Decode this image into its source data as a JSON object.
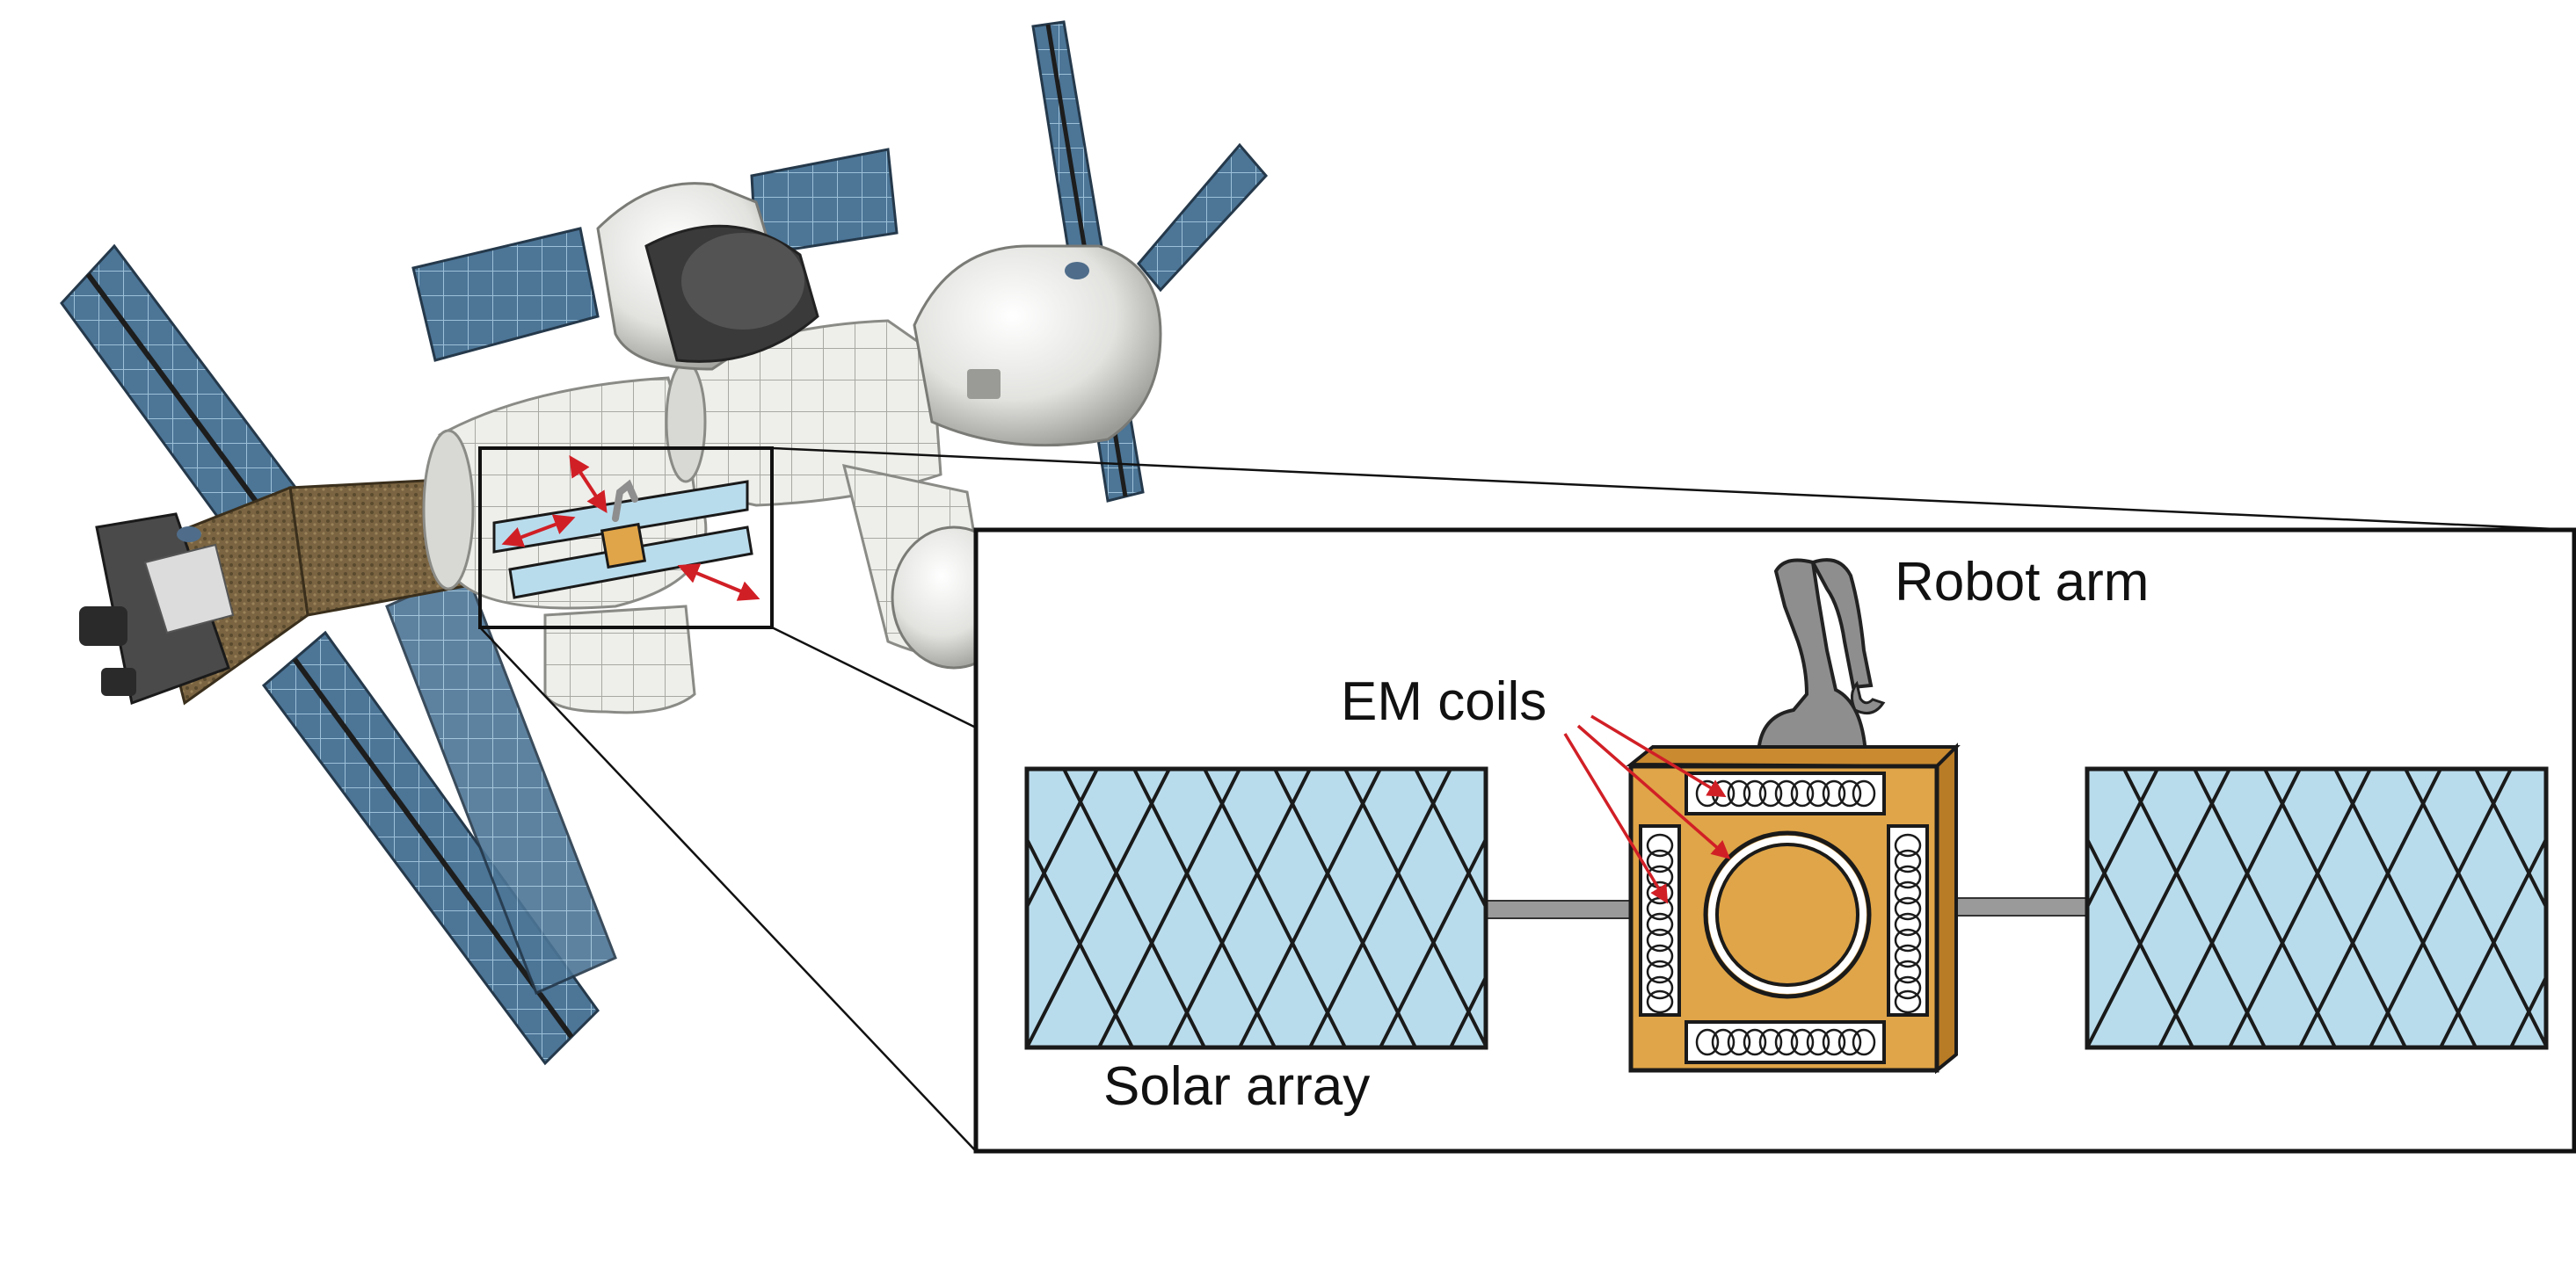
{
  "labels": {
    "robot_arm": "Robot arm",
    "em_coils": "EM coils",
    "solar_array": "Solar array"
  },
  "colors": {
    "panel_fill": "#b9dcec",
    "panel_line": "#1a1a1a",
    "bus_fill": "#e0a548",
    "arm_fill": "#8e8e8e",
    "arrow": "#d11f26",
    "station_white": "#e9e9e6",
    "station_solar": "#34546e",
    "soyuz_brown": "#6b5a3a"
  },
  "icons": [
    "space-station-illustration",
    "robot-arm-icon",
    "em-coil-icon",
    "solar-array-icon"
  ]
}
